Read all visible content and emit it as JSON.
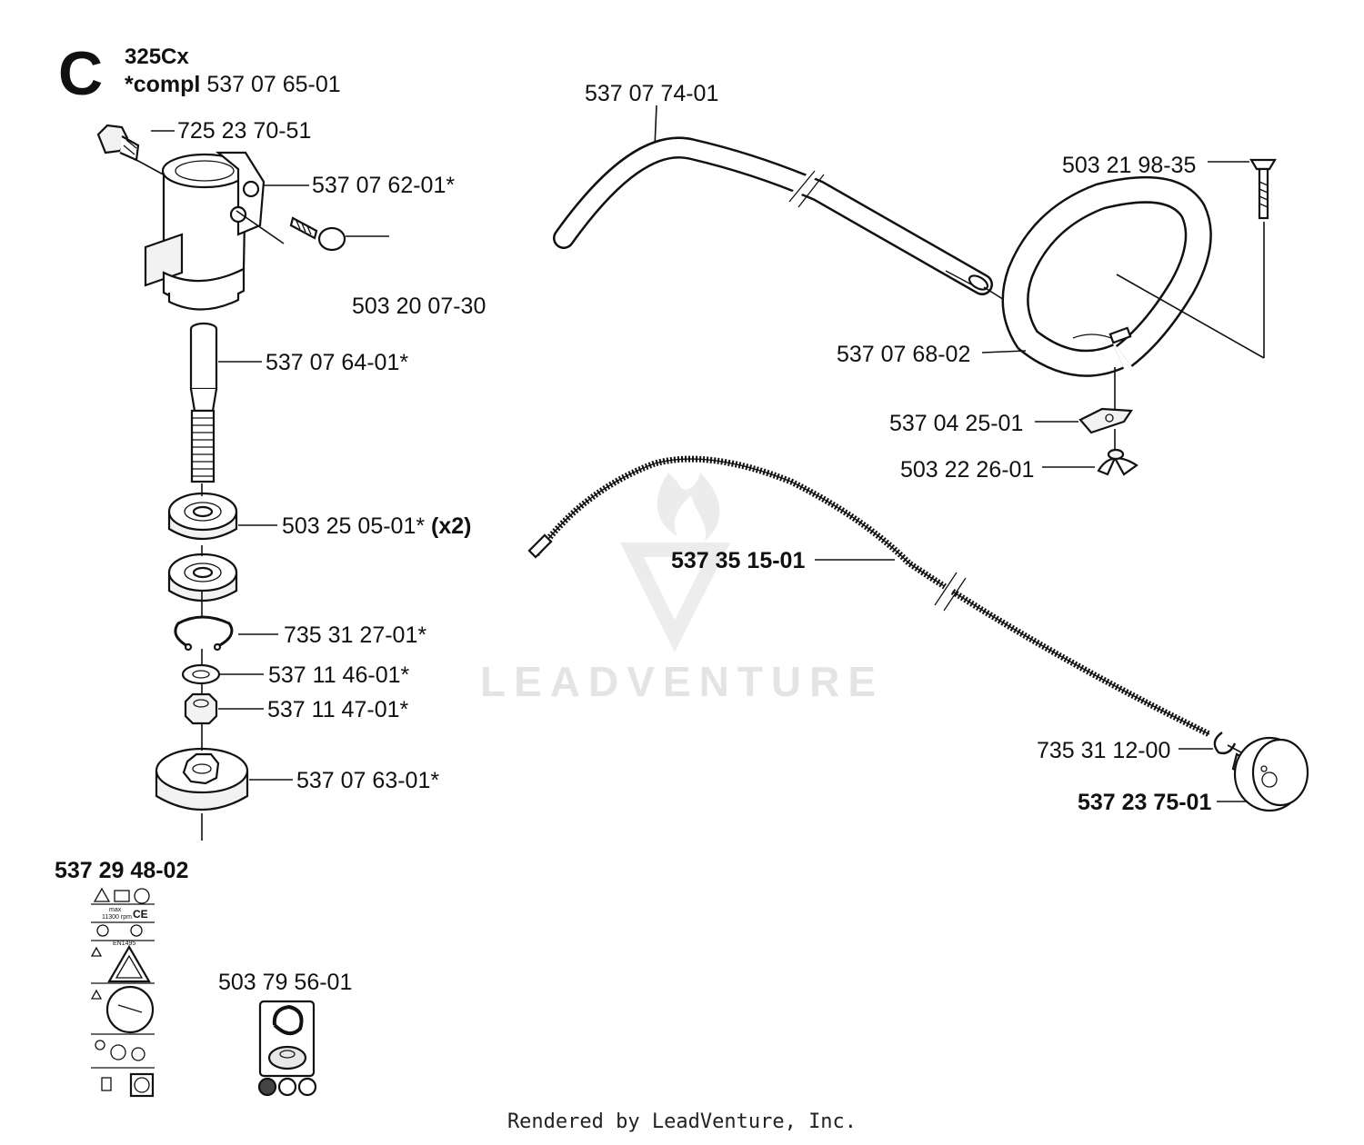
{
  "header": {
    "section_letter": "C",
    "model": "325Cx",
    "compl_prefix": "*compl",
    "compl_number": "537 07 65-01"
  },
  "parts": {
    "bolt_top": "725 23 70-51",
    "clamp_housing": "537 07 62-01*",
    "clamp_screw": "503 20 07-30",
    "spindle": "537 07 64-01*",
    "bearing": "503 25 05-01*",
    "bearing_qty": "(x2)",
    "circlip": "735 31 27-01*",
    "washer": "537 11 46-01*",
    "nut": "537 11 47-01*",
    "drive_cup": "537 07 63-01*",
    "decal_set": "537 29 48-02",
    "decal_small": "503 79 56-01",
    "drive_tube": "537 07 74-01",
    "handle_bolt": "503 21 98-35",
    "loop_handle": "537 07 68-02",
    "handle_clamp": "537 04 25-01",
    "wing_nut": "503 22 26-01",
    "drive_shaft": "537 35 15-01",
    "circlip_shaft": "735 31 12-00",
    "clutch_drum": "537 23 75-01"
  },
  "decal_text": {
    "max": "max",
    "rpm": "11300 rpm",
    "ce": "CE",
    "en": "EN1495"
  },
  "watermark": "LEADVENTURE",
  "footer": "Rendered by LeadVenture, Inc."
}
